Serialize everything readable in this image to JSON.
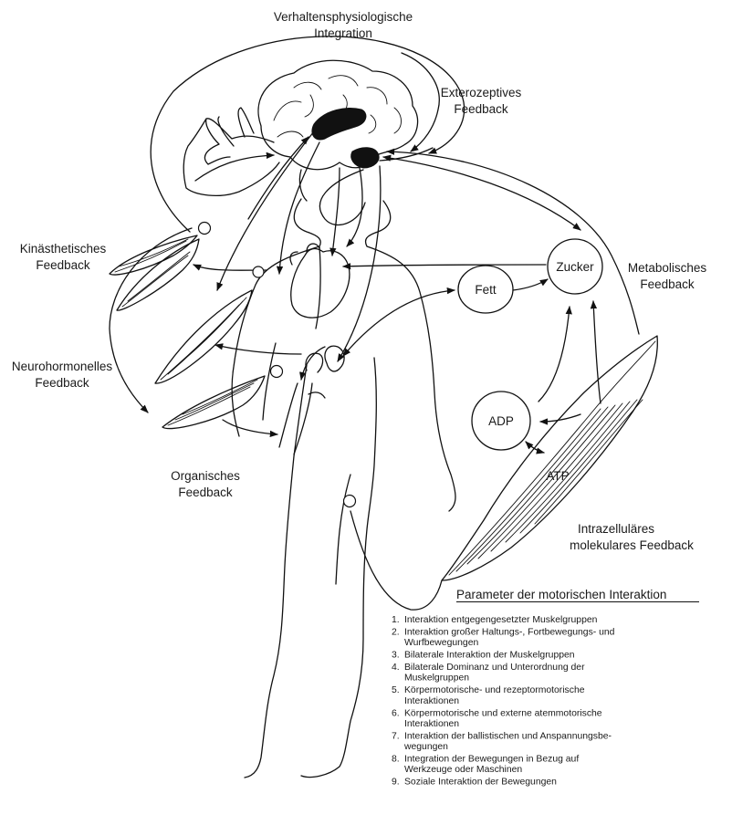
{
  "labels": {
    "top": [
      "Verhaltensphysiologische",
      "Integration"
    ],
    "exterozeptives": [
      "Exterozeptives",
      "Feedback"
    ],
    "kinaesthetisches": [
      "Kinästhetisches",
      "Feedback"
    ],
    "neurohormonelles": [
      "Neurohormonelles",
      "Feedback"
    ],
    "organisches": [
      "Organisches",
      "Feedback"
    ],
    "metabolisches": [
      "Metabolisches",
      "Feedback"
    ],
    "intrazellulaeres": [
      "Intrazelluläres",
      "molekulares Feedback"
    ]
  },
  "nodes": {
    "fett": "Fett",
    "zucker": "Zucker",
    "adp": "ADP",
    "atp": "ATP"
  },
  "parameters": {
    "title": "Parameter der motorischen Interaktion",
    "items": [
      {
        "num": "1.",
        "lines": [
          "Interaktion entgegengesetzter Muskelgruppen"
        ]
      },
      {
        "num": "2.",
        "lines": [
          "Interaktion großer Haltungs-, Fortbewegungs- und",
          "Wurfbewegungen"
        ]
      },
      {
        "num": "3.",
        "lines": [
          "Bilaterale Interaktion der Muskelgruppen"
        ]
      },
      {
        "num": "4.",
        "lines": [
          "Bilaterale Dominanz und Unterordnung der",
          "Muskelgruppen"
        ]
      },
      {
        "num": "5.",
        "lines": [
          "Körpermotorische- und rezeptormotorische",
          "Interaktionen"
        ]
      },
      {
        "num": "6.",
        "lines": [
          "Körpermotorische und externe atemmotorische",
          "Interaktionen"
        ]
      },
      {
        "num": "7.",
        "lines": [
          "Interaktion der ballistischen und Anspannungsbe-",
          "wegungen"
        ]
      },
      {
        "num": "8.",
        "lines": [
          "Integration der Bewegungen in Bezug auf",
          "Werkzeuge oder Maschinen"
        ]
      },
      {
        "num": "9.",
        "lines": [
          "Soziale Interaktion der Bewegungen"
        ]
      }
    ]
  }
}
